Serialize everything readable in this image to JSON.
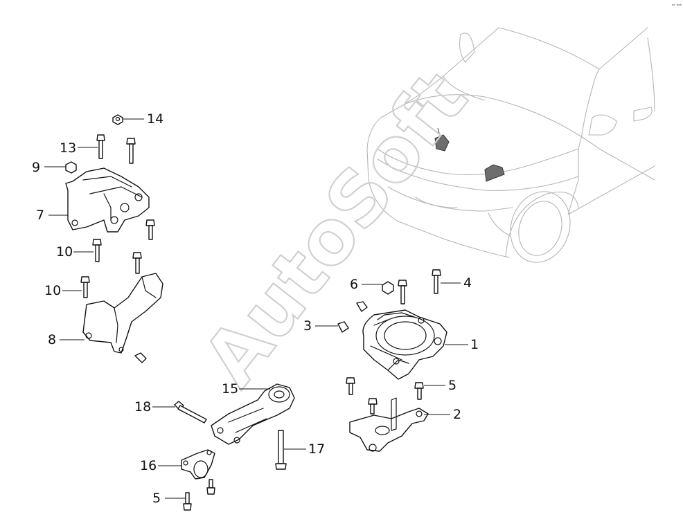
{
  "diagram": {
    "watermark": "AutoSoft",
    "corner_mark": "ᵃᵒ ᵃᵃᵃ",
    "callouts": {
      "c1": "1",
      "c2": "2",
      "c3": "3",
      "c4": "4",
      "c5a": "5",
      "c5b": "5",
      "c6": "6",
      "c7": "7",
      "c8": "8",
      "c9": "9",
      "c10a": "10",
      "c10b": "10",
      "c13": "13",
      "c14": "14",
      "c15": "15",
      "c16": "16",
      "c17": "17",
      "c18": "18"
    }
  }
}
